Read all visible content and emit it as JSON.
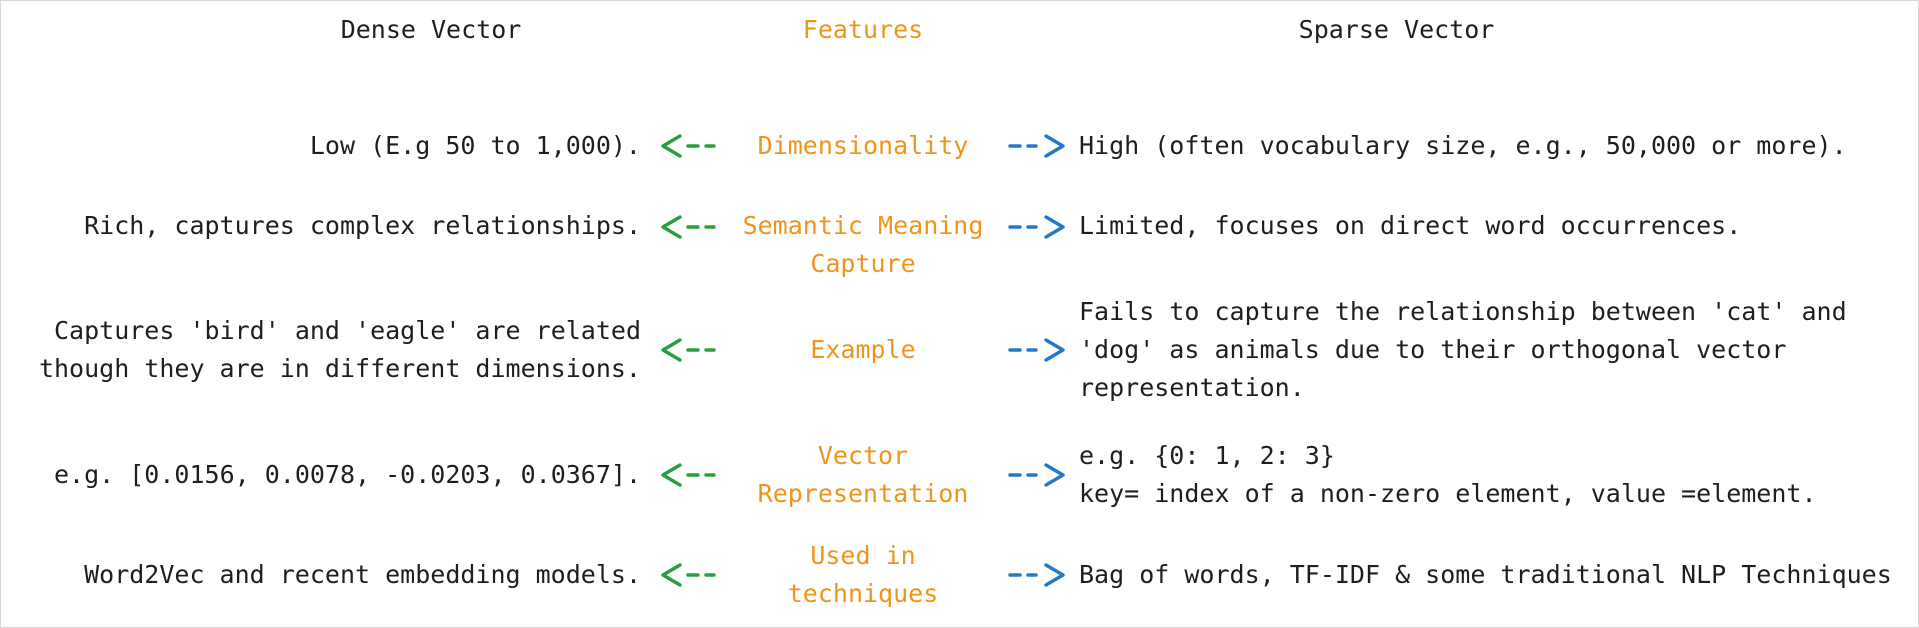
{
  "colors": {
    "text": "#1e1e1e",
    "orange": "#ef941d",
    "green": "#2a9d3f",
    "blue": "#2478c8",
    "border": "#d8d8d8"
  },
  "headers": {
    "dense": "Dense Vector",
    "features": "Features",
    "sparse": "Sparse Vector"
  },
  "icons": {
    "left_arrow": "dashed-arrow-left",
    "right_arrow": "dashed-arrow-right"
  },
  "rows": [
    {
      "feature": "Dimensionality",
      "dense": "Low (E.g 50 to 1,000).",
      "sparse": "High (often vocabulary size, e.g., 50,000 or more)."
    },
    {
      "feature": "Semantic Meaning\nCapture",
      "dense": "Rich, captures complex relationships.",
      "sparse": "Limited, focuses on direct word occurrences."
    },
    {
      "feature": "Example",
      "dense": "Captures 'bird' and 'eagle' are related\nthough they are in different dimensions.",
      "sparse": "Fails to capture the relationship between 'cat' and\n'dog' as animals due to their orthogonal vector\nrepresentation."
    },
    {
      "feature": "Vector\nRepresentation",
      "dense": "e.g. [0.0156, 0.0078, -0.0203, 0.0367].",
      "sparse": "e.g. {0: 1, 2: 3}\nkey= index of a non-zero element, value =element."
    },
    {
      "feature": "Used in\ntechniques",
      "dense": "Word2Vec and recent embedding models.",
      "sparse": "Bag of words, TF-IDF & some traditional NLP Techniques"
    }
  ]
}
